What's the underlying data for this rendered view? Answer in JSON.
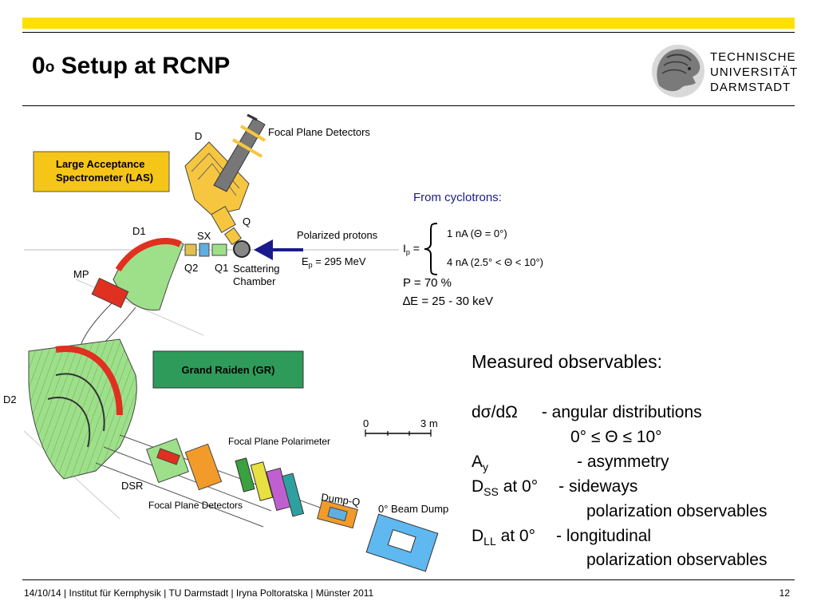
{
  "title": {
    "main": "0",
    "sup": "o",
    "rest": " Setup at RCNP"
  },
  "logo": {
    "text": "TECHNISCHE\nUNIVERSITÄT\nDARMSTADT"
  },
  "diagram": {
    "las_box": "Large Acceptance\nSpectrometer (LAS)",
    "gr_box": "Grand Raiden (GR)",
    "labels": {
      "d": "D",
      "focal_plane_detectors_top": "Focal Plane Detectors",
      "q": "Q",
      "d1": "D1",
      "sx": "SX",
      "q2": "Q2",
      "q1": "Q1",
      "scattering_chamber": "Scattering\nChamber",
      "mp": "MP",
      "d2": "D2",
      "dsr": "DSR",
      "focal_plane_polarimeter": "Focal Plane Polarimeter",
      "focal_plane_detectors_bottom": "Focal Plane Detectors",
      "dump_q": "Dump-Q",
      "beam_dump": "0° Beam Dump",
      "polarized_protons": "Polarized protons",
      "ep_energy": "E",
      "ep_sub": "p",
      "ep_value": " = 295 MeV",
      "scale_zero": "0",
      "scale_three": "3 m"
    }
  },
  "beam": {
    "from_cyclotrons": "From cyclotrons:",
    "ip_label": "I",
    "ip_sub": "p",
    "ip_eq": " =",
    "line1": "1 nA (Θ = 0°)",
    "line2": "4 nA (2.5° < Θ < 10°)",
    "polarization": "P = 70 %",
    "energy_spread": "∆E = 25 - 30 keV"
  },
  "observables": {
    "heading": "Measured observables:",
    "row1_sym": "dσ/dΩ",
    "row1_desc": "- angular distributions",
    "row1b": "0° ≤ Θ ≤ 10°",
    "row2_sym": "A",
    "row2_sub": "y",
    "row2_desc": "- asymmetry",
    "row3_sym": "D",
    "row3_sub": "SS",
    "row3_at": " at 0°",
    "row3_desc": "- sideways",
    "row3b": "polarization observables",
    "row4_sym": "D",
    "row4_sub": "LL",
    "row4_at": " at 0°",
    "row4_desc": "- longitudinal",
    "row4b": "polarization observables"
  },
  "footer": {
    "text": "14/10/14 | Institut für Kernphysik | TU Darmstadt | Iryna Poltoratska | Münster 2011",
    "page": "12"
  },
  "colors": {
    "accent_yellow": "#FFE000",
    "magnet_green": "#9EE08A",
    "gr_box_green": "#2E9B5A",
    "las_box_yellow": "#F5C518",
    "beam_arrow": "#1A1A8C",
    "label_blue": "#1A1A8C"
  }
}
